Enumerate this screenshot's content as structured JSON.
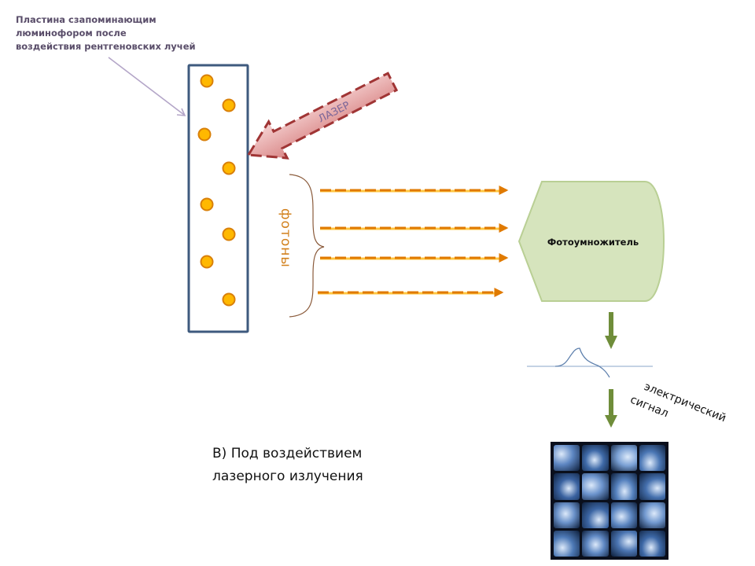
{
  "plate_caption": {
    "lines": [
      "Пластина сзапоминающим",
      "люминофором после",
      "воздействия рентгеновских лучей"
    ]
  },
  "laser": {
    "label": "ЛАЗЕР"
  },
  "photons": {
    "label": "фотоны",
    "ray_count": 4
  },
  "photomultiplier": {
    "label": "Фотоумножитель"
  },
  "signal": {
    "label_lines": [
      "электрический",
      "сигнал"
    ]
  },
  "main_caption": {
    "lines": [
      "В) Под воздействием",
      "лазерного излучения"
    ]
  },
  "xray_image": {
    "description": "collage of x-ray images",
    "rows": 4,
    "cols": 4
  },
  "colors": {
    "plate_border": "#3e5a7e",
    "phosphor_fill": "#ffb800",
    "phosphor_stroke": "#d9800a",
    "laser_fill": "#e9a3a3",
    "laser_stroke": "#a03535",
    "laser_text": "#7b6699",
    "photon_ray": "#f29a12",
    "photon_text": "#d2801c",
    "brace": "#8a5a3a",
    "pmt_fill": "#d6e4bd",
    "pmt_stroke": "#b9cf94",
    "down_arrow": "#6f8d3a",
    "signal_line": "#8aa6c8",
    "signal_wave": "#5e80ad",
    "pointer_arrow": "#b4a6c8"
  }
}
